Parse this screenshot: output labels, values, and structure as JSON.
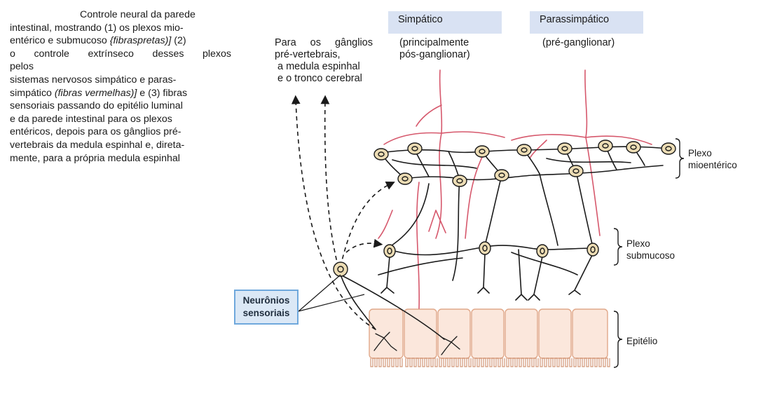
{
  "caption": {
    "line1": "Controle neural da parede",
    "line2": "intestinal, mostrando (1) os plexos mio-",
    "line3_plain": "entérico e submucoso ",
    "line3_italic": "{fibraspretas)]",
    "line3_end": " (2)",
    "line4": "o controle extrínseco desses plexos",
    "line5": "pelos",
    "line6": "sistemas nervosos simpático e paras-",
    "line7_plain": "simpático ",
    "line7_italic": "(fibras vermelhas)]",
    "line7_end": " e (3) fibras",
    "line8": "sensoriais passando do epitélio luminal",
    "line9": "e da parede intestinal para os plexos",
    "line10": "entéricos, depois para os gânglios pré-",
    "line11": "vertebrais da medula espinhal e, direta-",
    "line12": "mente, para a própria medula espinhal"
  },
  "headers": {
    "sympathetic": "Simpático",
    "parasympathetic": "Parassimpático"
  },
  "subheaders": {
    "sympathetic_line1": "(principalmente",
    "sympathetic_line2": "pós-ganglionar)",
    "parasympathetic": "(pré-ganglionar)"
  },
  "ganglia_label": {
    "line1": "Para os gânglios",
    "line2": "pré-vertebrais,",
    "line3": "a medula espinhal",
    "line4": "e o tronco cerebral"
  },
  "labels": {
    "myenteric_line1": "Plexo",
    "myenteric_line2": "mioentérico",
    "submucosal_line1": "Plexo",
    "submucosal_line2": "submucoso",
    "epithelium": "Epitélio",
    "sensory_line1": "Neurônios",
    "sensory_line2": "sensoriais"
  },
  "colors": {
    "sympathetic_fiber": "#d6586c",
    "enteric_fiber": "#1a1a1a",
    "ganglion_fill": "#ecdcb4",
    "epithelium_fill": "#fbe7dc",
    "epithelium_stroke": "#e0a88a",
    "header_bg": "#d9e2f3",
    "label_box_bg": "#dbe8f6",
    "label_box_border": "#6fa8dc"
  }
}
